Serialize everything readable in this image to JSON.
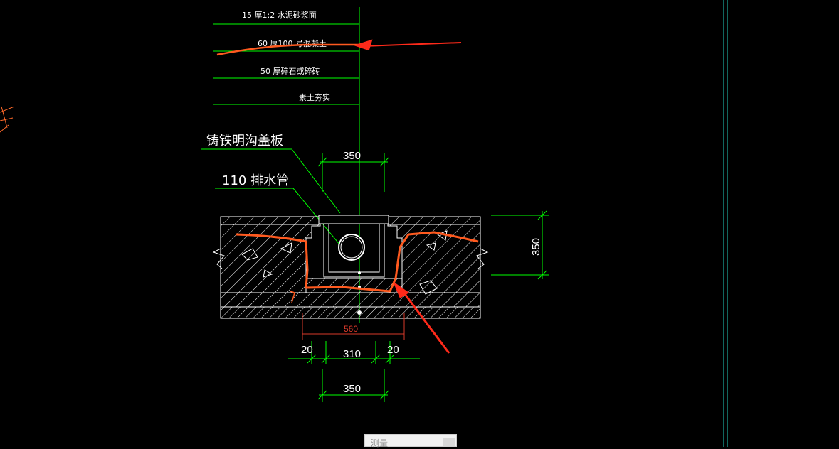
{
  "layers": [
    {
      "text": "15  厚1:2  水泥砂浆面"
    },
    {
      "text": "60  厚100  号混凝土"
    },
    {
      "text": "50  厚碎石或碎砖"
    },
    {
      "text": "素土夯实"
    }
  ],
  "labels": {
    "cover_plate": "铸铁明沟盖板",
    "drain_pipe": "110 排水管"
  },
  "dimensions": {
    "top_width": "350",
    "height": "350",
    "base_width": "560",
    "edge_left": "20",
    "inner_width": "310",
    "edge_right": "20",
    "bottom_width": "350"
  },
  "panel": {
    "title": "测量"
  },
  "colors": {
    "background": "#000000",
    "leader_lines": "#00ff00",
    "drawing_lines": "#ffffff",
    "annotation_orange": "#ff5a1f",
    "arrow_red": "#ff2a1a",
    "dimension_red": "#d83a2a",
    "frame_cyan": "#22ccbb"
  }
}
